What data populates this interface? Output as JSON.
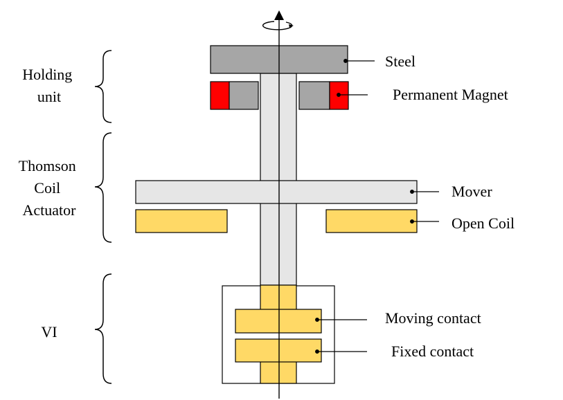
{
  "colors": {
    "steel": "#a6a6a6",
    "magnet": "#ff0000",
    "shaft": "#e6e6e6",
    "mover": "#e6e6e6",
    "coil": "#ffd966",
    "contact": "#ffd966",
    "outline": "#000000",
    "background": "#ffffff"
  },
  "groups": [
    {
      "id": "holding",
      "lines": [
        "Holding",
        "unit"
      ]
    },
    {
      "id": "thomson",
      "lines": [
        "Thomson",
        "Coil",
        "Actuator"
      ]
    },
    {
      "id": "vi",
      "lines": [
        "VI"
      ]
    }
  ],
  "parts": {
    "steel": "Steel",
    "magnet": "Permanent Magnet",
    "mover": "Mover",
    "coil": "Open Coil",
    "moving_contact": "Moving contact",
    "fixed_contact": "Fixed contact"
  },
  "axis": {
    "rotation_icon": "rotation-arrow-icon"
  }
}
